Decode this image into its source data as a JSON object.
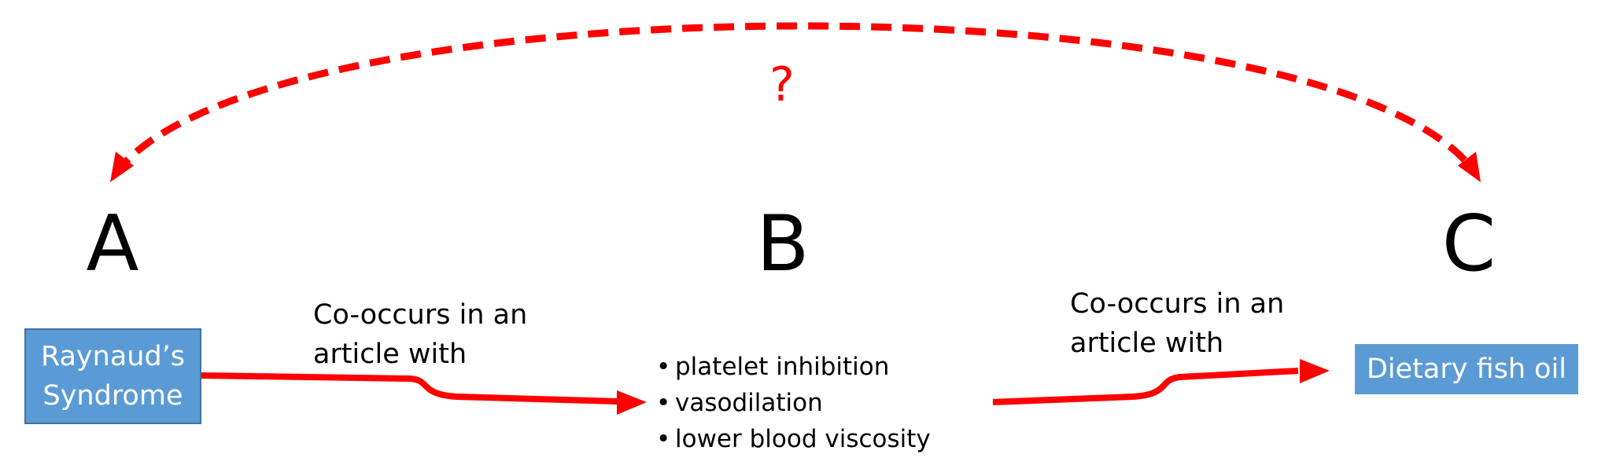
{
  "nodes": {
    "a": {
      "letter": "A",
      "concept": "Raynaud’s Syndrome",
      "concept_line1": "Raynaud’s",
      "concept_line2": "Syndrome"
    },
    "b": {
      "letter": "B",
      "items": [
        "platelet inhibition",
        "vasodilation",
        "lower blood viscosity"
      ]
    },
    "c": {
      "letter": "C",
      "concept": "Dietary fish oil"
    }
  },
  "edges": {
    "a_b": {
      "label_line1": "Co-occurs in an",
      "label_line2": "article with"
    },
    "b_c": {
      "label_line1": "Co-occurs in an",
      "label_line2": "article with"
    },
    "a_c": {
      "label": "?"
    }
  },
  "colors": {
    "arrow": "#ff0000",
    "box_fill": "#5b9bd5",
    "box_border": "#41719c",
    "text": "#000000",
    "box_text": "#ffffff"
  }
}
